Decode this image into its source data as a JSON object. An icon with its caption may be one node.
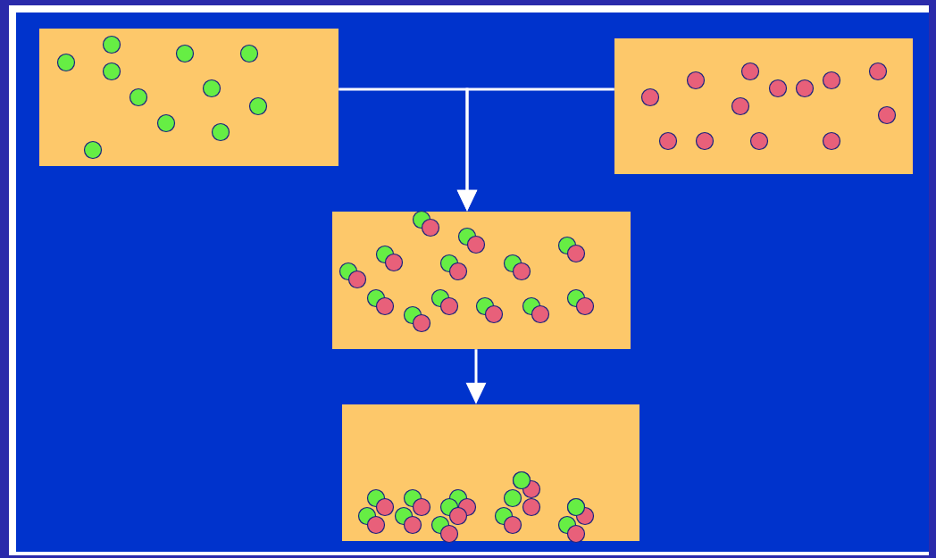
{
  "diagram": {
    "nodes": [
      {
        "text": [],
        "shape": "box"
      },
      {
        "text": [],
        "shape": "box"
      },
      {
        "text": [],
        "shape": "box"
      },
      {
        "text": [],
        "shape": "box"
      }
    ],
    "edges": [
      {
        "from": 0,
        "to": 2,
        "arrow": "to"
      },
      {
        "from": 1,
        "to": 2,
        "arrow": "to"
      },
      {
        "from": 2,
        "to": 3,
        "arrow": "to"
      }
    ]
  }
}
